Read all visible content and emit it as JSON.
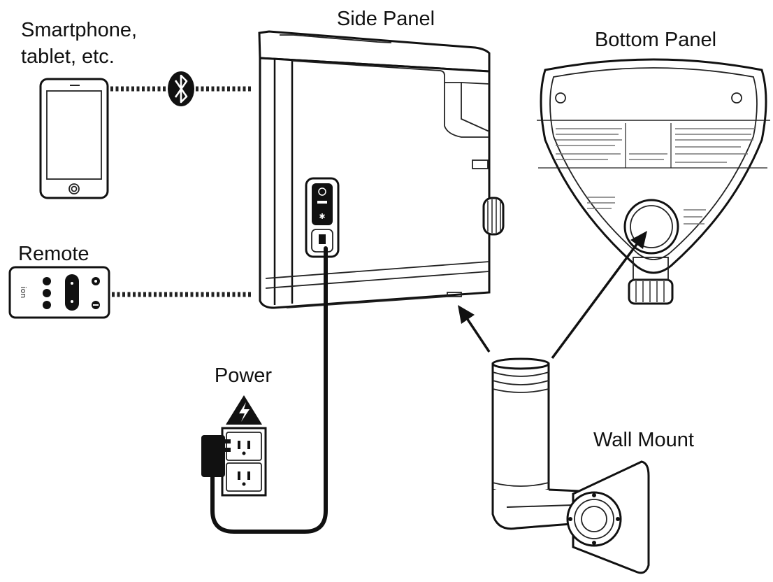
{
  "labels": {
    "smartphone": [
      "Smartphone,",
      "tablet, etc."
    ],
    "side_panel": "Side Panel",
    "bottom_panel": "Bottom Panel",
    "remote": "Remote",
    "power": "Power",
    "wall_mount": "Wall Mount"
  },
  "icons": {
    "bluetooth": "bluetooth-icon",
    "power_hazard": "lightning-warning-icon",
    "remote_brand": "ion"
  },
  "colors": {
    "line": "#111111",
    "background": "#ffffff"
  }
}
